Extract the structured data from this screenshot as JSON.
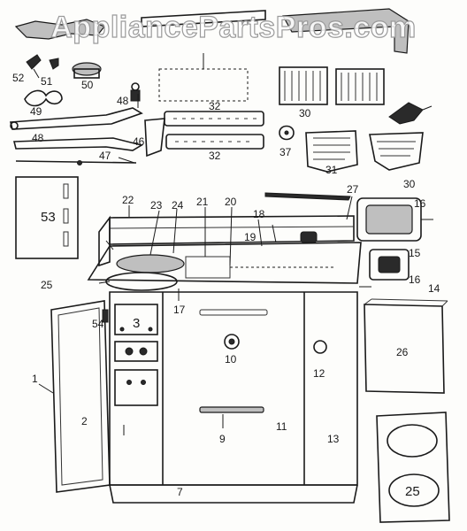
{
  "watermark": "AppliancePartsPros.com",
  "callouts": [
    {
      "id": "1",
      "text": "1"
    },
    {
      "id": "2",
      "text": "2"
    },
    {
      "id": "3",
      "text": "3"
    },
    {
      "id": "7",
      "text": "7"
    },
    {
      "id": "9",
      "text": "9"
    },
    {
      "id": "10",
      "text": "10"
    },
    {
      "id": "11",
      "text": "11"
    },
    {
      "id": "12",
      "text": "12"
    },
    {
      "id": "13",
      "text": "13"
    },
    {
      "id": "14",
      "text": "14"
    },
    {
      "id": "15",
      "text": "15"
    },
    {
      "id": "16a",
      "text": "16"
    },
    {
      "id": "16b",
      "text": "16"
    },
    {
      "id": "17",
      "text": "17"
    },
    {
      "id": "18",
      "text": "18"
    },
    {
      "id": "19",
      "text": "19"
    },
    {
      "id": "20",
      "text": "20"
    },
    {
      "id": "21",
      "text": "21"
    },
    {
      "id": "22",
      "text": "22"
    },
    {
      "id": "23",
      "text": "23"
    },
    {
      "id": "24",
      "text": "24"
    },
    {
      "id": "25a",
      "text": "25"
    },
    {
      "id": "25b",
      "text": "25"
    },
    {
      "id": "26",
      "text": "26"
    },
    {
      "id": "27",
      "text": "27"
    },
    {
      "id": "30a",
      "text": "30"
    },
    {
      "id": "30b",
      "text": "30"
    },
    {
      "id": "31",
      "text": "31"
    },
    {
      "id": "32a",
      "text": "32"
    },
    {
      "id": "32b",
      "text": "32"
    },
    {
      "id": "37",
      "text": "37"
    },
    {
      "id": "46",
      "text": "46"
    },
    {
      "id": "47",
      "text": "47"
    },
    {
      "id": "48a",
      "text": "48"
    },
    {
      "id": "48b",
      "text": "48"
    },
    {
      "id": "49",
      "text": "49"
    },
    {
      "id": "50",
      "text": "50"
    },
    {
      "id": "51",
      "text": "51"
    },
    {
      "id": "52",
      "text": "52"
    },
    {
      "id": "53",
      "text": "53"
    },
    {
      "id": "54",
      "text": "54"
    }
  ]
}
